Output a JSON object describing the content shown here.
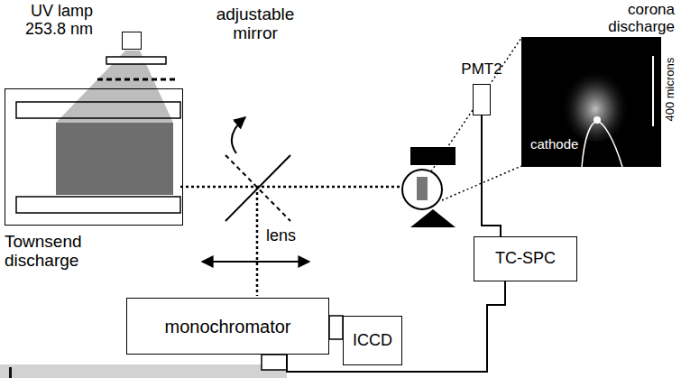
{
  "diagram": {
    "nodes": [
      {
        "text": [
          "UV lamp 253.8 nm"
        ]
      },
      {
        "text": [
          "Townsend discharge"
        ]
      },
      {
        "text": [
          "PMT2"
        ]
      },
      {
        "text": [
          "monochromator"
        ]
      },
      {
        "text": [
          "ICCD"
        ]
      },
      {
        "text": [
          "TC-SPC"
        ]
      },
      {
        "text": [
          "corona discharge"
        ]
      }
    ],
    "edges": [
      {
        "from": 2,
        "to": 5,
        "arrow": "none"
      },
      {
        "from": 3,
        "to": 5,
        "arrow": "none"
      }
    ],
    "labels": [
      "adjustable mirror",
      "lens",
      "400 microns",
      "cathode"
    ]
  }
}
